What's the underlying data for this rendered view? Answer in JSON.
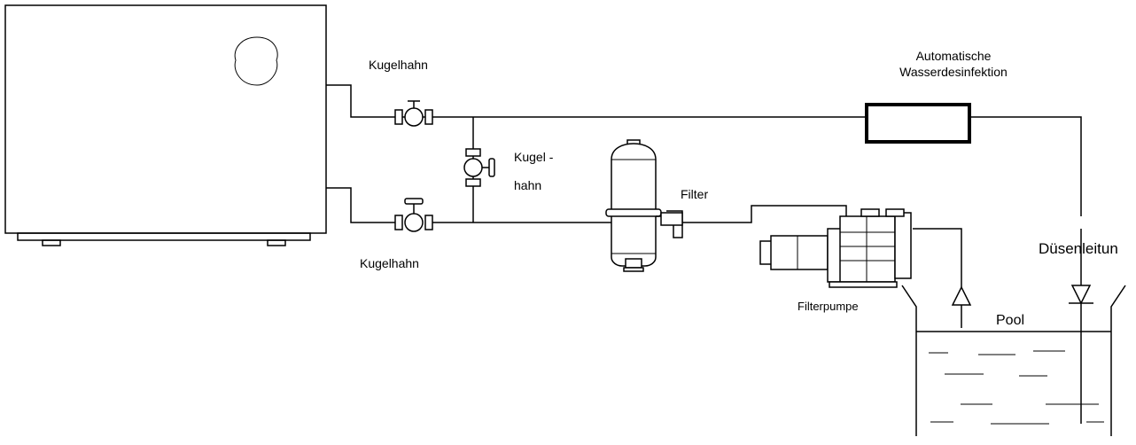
{
  "labels": {
    "ball_valve_top": "Kugelhahn",
    "ball_valve_bottom": "Kugelhahn",
    "bypass_valve_line1": "Kugel -",
    "bypass_valve_line2": "hahn",
    "filter": "Filter",
    "disinfection_line1": "Automatische",
    "disinfection_line2": "Wasserdesinfektion",
    "nozzle_line": "Düsenleitun",
    "filter_pump": "Filterpumpe",
    "pool": "Pool"
  }
}
